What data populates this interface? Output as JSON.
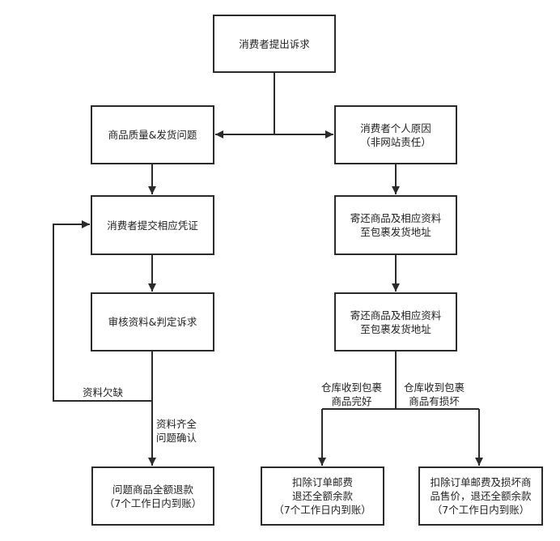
{
  "nodes": {
    "start": {
      "lines": [
        "消费者提出诉求"
      ]
    },
    "quality": {
      "lines": [
        "商品质量&发货问题"
      ]
    },
    "personal": {
      "lines": [
        "消费者个人原因",
        "（非网站责任）"
      ]
    },
    "evidence": {
      "lines": [
        "消费者提交相应凭证"
      ]
    },
    "return1": {
      "lines": [
        "寄还商品及相应资料",
        "至包裹发货地址"
      ]
    },
    "review": {
      "lines": [
        "审核资料&判定诉求"
      ]
    },
    "return2": {
      "lines": [
        "寄还商品及相应资料",
        "至包裹发货地址"
      ]
    },
    "refund_full": {
      "lines": [
        "问题商品全额退款",
        "（7个工作日内到账）"
      ]
    },
    "refund_minus_postage": {
      "lines": [
        "扣除订单邮费",
        "退还全额余款",
        "（7个工作日内到账）"
      ]
    },
    "refund_minus_damage": {
      "lines": [
        "扣除订单邮费及损坏商",
        "品售价，退还全额余款",
        "（7个工作日内到账）"
      ]
    }
  },
  "edge_labels": {
    "missing": {
      "lines": [
        "资料欠缺"
      ]
    },
    "complete": {
      "lines": [
        "资料齐全",
        "问题确认"
      ]
    },
    "intact": {
      "lines": [
        "仓库收到包裹",
        "商品完好"
      ]
    },
    "damaged": {
      "lines": [
        "仓库收到包裹",
        "商品有损坏"
      ]
    }
  }
}
